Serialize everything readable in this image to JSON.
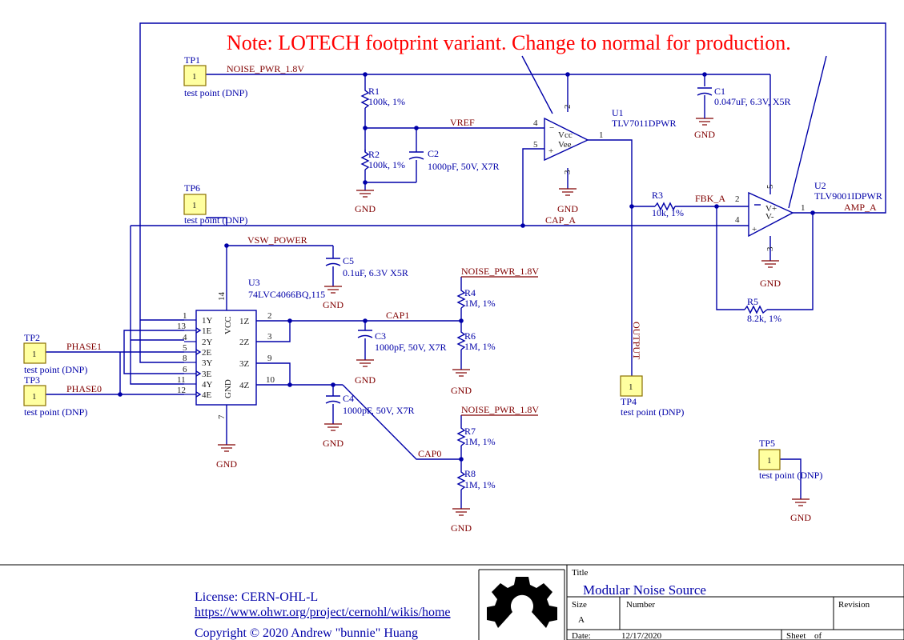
{
  "note": "Note: LOTECH footprint variant. Change to normal for production.",
  "nets": {
    "noise_pwr": "NOISE_PWR_1.8V",
    "vref": "VREF",
    "cap_a": "CAP_A",
    "vsw_power": "VSW_POWER",
    "fbk_a": "FBK_A",
    "amp_a": "AMP_A",
    "cap1": "CAP1",
    "cap0": "CAP0",
    "phase1": "PHASE1",
    "phase0": "PHASE0",
    "output": "OUTPUT",
    "gnd": "GND"
  },
  "testpoints": {
    "pin": "1",
    "desc": "test point (DNP)",
    "tp1": "TP1",
    "tp2": "TP2",
    "tp3": "TP3",
    "tp4": "TP4",
    "tp5": "TP5",
    "tp6": "TP6"
  },
  "components": {
    "r1": {
      "ref": "R1",
      "val": "100k, 1%"
    },
    "r2": {
      "ref": "R2",
      "val": "100k, 1%"
    },
    "r3": {
      "ref": "R3",
      "val": "10k, 1%"
    },
    "r4": {
      "ref": "R4",
      "val": "1M, 1%"
    },
    "r5": {
      "ref": "R5",
      "val": "8.2k, 1%"
    },
    "r6": {
      "ref": "R6",
      "val": "1M, 1%"
    },
    "r7": {
      "ref": "R7",
      "val": "1M, 1%"
    },
    "r8": {
      "ref": "R8",
      "val": "1M, 1%"
    },
    "c1": {
      "ref": "C1",
      "val": "0.047uF, 6.3V, X5R"
    },
    "c2": {
      "ref": "C2",
      "val": "1000pF, 50V, X7R"
    },
    "c3": {
      "ref": "C3",
      "val": "1000pF, 50V, X7R"
    },
    "c4": {
      "ref": "C4",
      "val": "1000pF, 50V, X7R"
    },
    "c5": {
      "ref": "C5",
      "val": "0.1uF, 6.3V X5R"
    },
    "u1": {
      "ref": "U1",
      "val": "TLV7011DPWR",
      "vcc": "Vcc",
      "vee": "Vee",
      "pins": [
        "4",
        "5",
        "2",
        "3",
        "1"
      ]
    },
    "u2": {
      "ref": "U2",
      "val": "TLV9001IDPWR",
      "vp": "V+",
      "vm": "V-",
      "pins": [
        "2",
        "4",
        "5",
        "3",
        "1"
      ]
    },
    "u3": {
      "ref": "U3",
      "val": "74LVC4066BQ,115",
      "left_pins": [
        "1",
        "13",
        "4",
        "5",
        "8",
        "6",
        "11",
        "12"
      ],
      "left_names": [
        "1Y",
        "1E",
        "2Y",
        "2E",
        "3Y",
        "3E",
        "4Y",
        "4E"
      ],
      "right_pins": [
        "2",
        "3",
        "9",
        "10"
      ],
      "right_names": [
        "1Z",
        "2Z",
        "3Z",
        "4Z"
      ],
      "vcc": "VCC",
      "gnd": "GND",
      "vcc_pin": "14",
      "gnd_pin": "7"
    }
  },
  "footer": {
    "license": "License: CERN-OHL-L",
    "license_url": "https://www.ohwr.org/project/cernohl/wikis/home",
    "copyright": "Copyright © 2020 Andrew \"bunnie\" Huang"
  },
  "titleblock": {
    "title_label": "Title",
    "title": "Modular Noise Source",
    "size_label": "Size",
    "size": "A",
    "number_label": "Number",
    "revision_label": "Revision",
    "date_label": "Date:",
    "date": "12/17/2020",
    "sheet_label": "Sheet",
    "of_label": "of"
  },
  "colors": {
    "wire": "#0000a8",
    "net_label": "#800000",
    "note": "#ff0000",
    "testpoint": "#ffffa0"
  }
}
